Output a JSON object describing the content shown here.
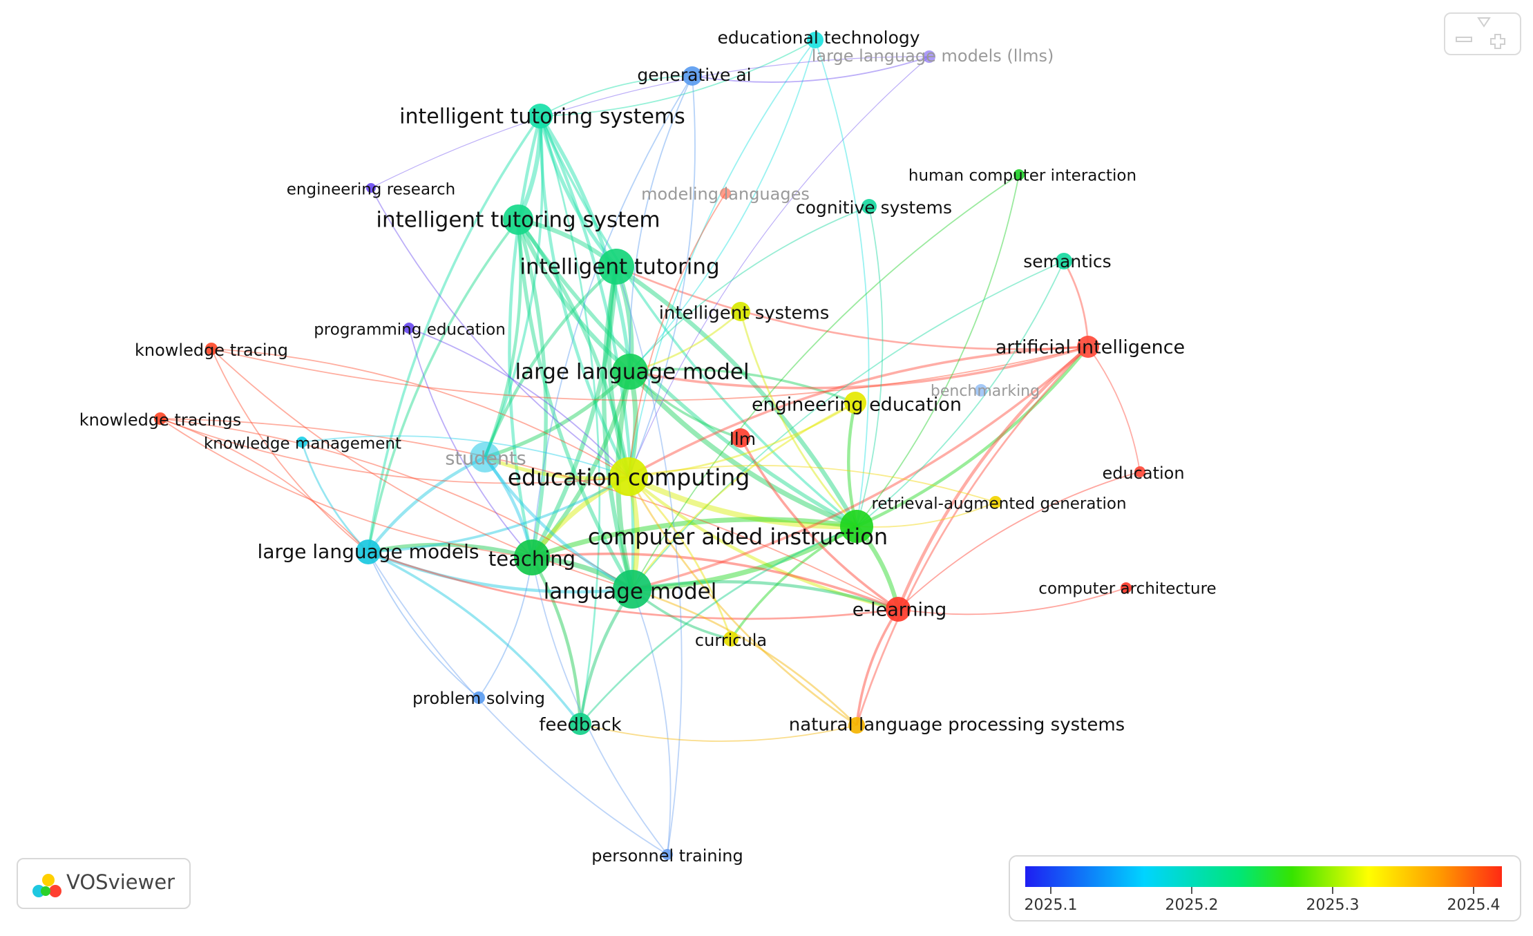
{
  "app": {
    "logo_text": "VOSviewer"
  },
  "legend": {
    "ticks": [
      "2025.1",
      "2025.2",
      "2025.3",
      "2025.4"
    ]
  },
  "nodes": [
    {
      "id": "educational-technology",
      "label": "educational technology",
      "color": "#1fe3e0",
      "bold": false
    },
    {
      "id": "generative-ai",
      "label": "generative ai",
      "color": "#5b9cf0",
      "bold": false
    },
    {
      "id": "large-language-models-llms",
      "label": "large language models (llms)",
      "color": "#6a4bf0",
      "bold": false,
      "faded": true
    },
    {
      "id": "intelligent-tutoring-systems",
      "label": "intelligent tutoring systems",
      "color": "#17e0a8",
      "bold": false
    },
    {
      "id": "engineering-research",
      "label": "engineering research",
      "color": "#6a4bf0",
      "bold": false
    },
    {
      "id": "modeling-languages",
      "label": "modeling languages",
      "color": "#ff4a2a",
      "bold": false,
      "faded": true
    },
    {
      "id": "human-computer-interaction",
      "label": "human computer interaction",
      "color": "#22d12a",
      "bold": false
    },
    {
      "id": "cognitive-systems",
      "label": "cognitive systems",
      "color": "#18d8a0",
      "bold": false
    },
    {
      "id": "intelligent-tutoring-system",
      "label": "intelligent tutoring system",
      "color": "#16d98a",
      "bold": false
    },
    {
      "id": "intelligent-tutoring",
      "label": "intelligent tutoring",
      "color": "#15d57a",
      "bold": false
    },
    {
      "id": "semantics",
      "label": "semantics",
      "color": "#16d9a0",
      "bold": false
    },
    {
      "id": "intelligent-systems",
      "label": "intelligent systems",
      "color": "#d8e800",
      "bold": false
    },
    {
      "id": "programming-education",
      "label": "programming education",
      "color": "#6a4bf0",
      "bold": false
    },
    {
      "id": "knowledge-tracing",
      "label": "knowledge tracing",
      "color": "#ff4a2a",
      "bold": false
    },
    {
      "id": "artificial-intelligence",
      "label": "artificial intelligence",
      "color": "#ff4a3a",
      "bold": false
    },
    {
      "id": "large-language-model",
      "label": "large language model",
      "color": "#18d05a",
      "bold": false
    },
    {
      "id": "engineering-education",
      "label": "engineering education",
      "color": "#e5e800",
      "bold": false
    },
    {
      "id": "knowledge-tracings",
      "label": "knowledge tracings",
      "color": "#ff4a2a",
      "bold": false
    },
    {
      "id": "knowledge-management",
      "label": "knowledge management",
      "color": "#1ed0e8",
      "bold": false
    },
    {
      "id": "llm",
      "label": "llm",
      "color": "#ff4030",
      "bold": false
    },
    {
      "id": "students",
      "label": "students",
      "color": "#20c8e8",
      "bold": false,
      "faded": true
    },
    {
      "id": "education-computing",
      "label": "education computing",
      "color": "#d8ee00",
      "bold": false
    },
    {
      "id": "education",
      "label": "education",
      "color": "#ff4a3a",
      "bold": false
    },
    {
      "id": "retrieval-augmented-generation",
      "label": "retrieval-augmented generation",
      "color": "#f2d400",
      "bold": false
    },
    {
      "id": "computer-aided-instruction",
      "label": "computer aided instruction",
      "color": "#1fd61f",
      "bold": false
    },
    {
      "id": "large-language-models",
      "label": "large language models",
      "color": "#19c8e0",
      "bold": false
    },
    {
      "id": "teaching",
      "label": "teaching",
      "color": "#12c84a",
      "bold": false
    },
    {
      "id": "language-model",
      "label": "language model",
      "color": "#10c86a",
      "bold": false
    },
    {
      "id": "computer-architecture",
      "label": "computer architecture",
      "color": "#ff3a2a",
      "bold": false
    },
    {
      "id": "e-learning",
      "label": "e-learning",
      "color": "#ff3a2a",
      "bold": false
    },
    {
      "id": "curricula",
      "label": "curricula",
      "color": "#e8e000",
      "bold": false
    },
    {
      "id": "problem-solving",
      "label": "problem solving",
      "color": "#5b9cf0",
      "bold": false
    },
    {
      "id": "feedback",
      "label": "feedback",
      "color": "#13d08a",
      "bold": false
    },
    {
      "id": "natural-language-processing-systems",
      "label": "natural language processing systems",
      "color": "#f5b400",
      "bold": false
    },
    {
      "id": "personnel-training",
      "label": "personnel training",
      "color": "#6aa0f0",
      "bold": false
    },
    {
      "id": "benchmarking",
      "label": "benchmarking",
      "color": "#5b9cf0",
      "bold": false,
      "faded": true
    }
  ]
}
